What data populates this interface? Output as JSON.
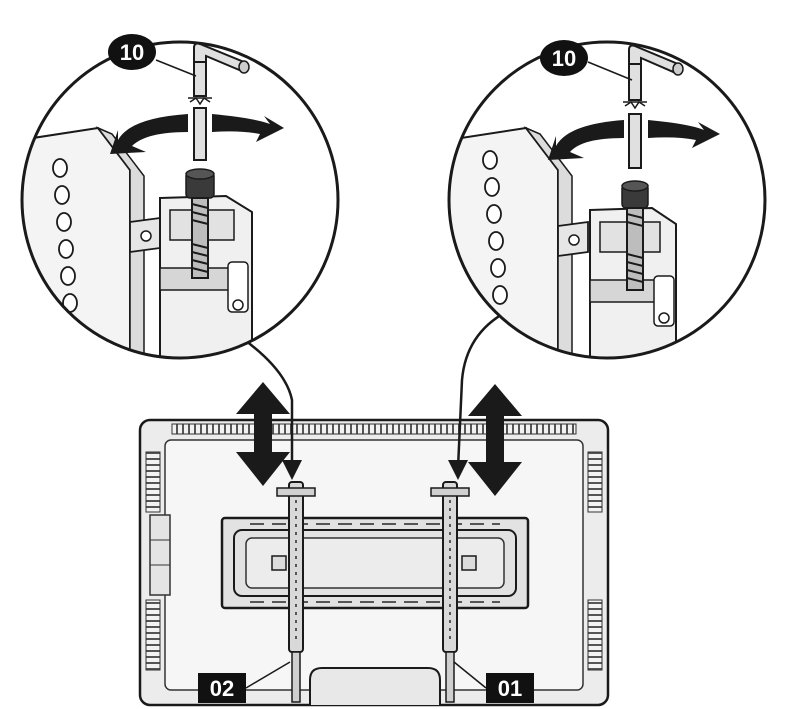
{
  "callouts": {
    "left_tool": "10",
    "right_tool": "10",
    "left_bracket": "02",
    "right_bracket": "01"
  },
  "colors": {
    "ink": "#1a1a1a",
    "tv_fill": "#ececec",
    "tv_inner": "#f6f6f6",
    "label_bg": "#111111",
    "label_fg": "#ffffff"
  },
  "icons": {
    "allen_key": "allen-key-icon",
    "rotate": "rotate-arrow-icon",
    "adjust": "up-down-arrow-icon"
  }
}
